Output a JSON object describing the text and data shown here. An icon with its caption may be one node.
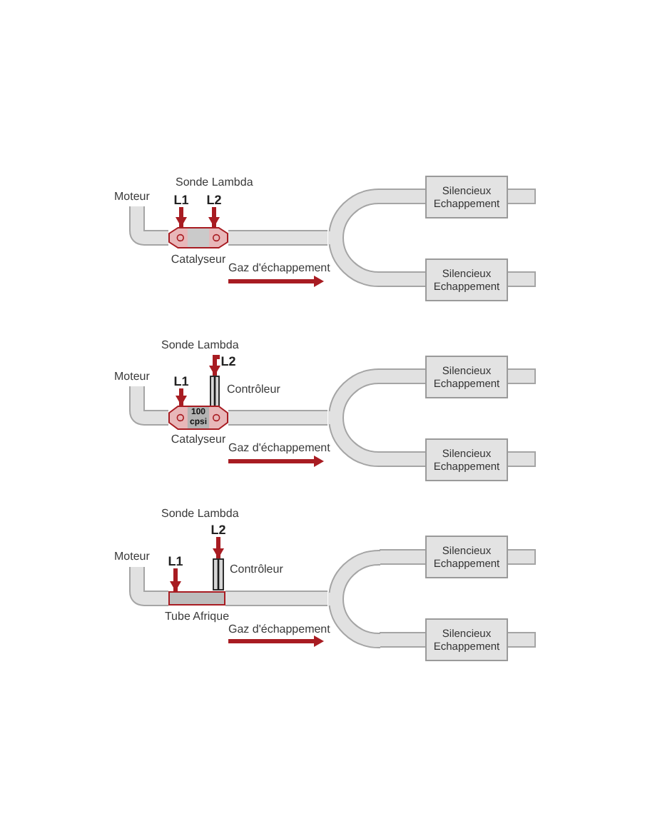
{
  "diagram": {
    "nodes": [
      {
        "text": [
          "Moteur"
        ]
      },
      {
        "text": [
          "L1"
        ]
      },
      {
        "text": [
          "L2"
        ]
      },
      {
        "text": [],
        "shape": "hexagon",
        "beside": [
          "Catalyseur"
        ]
      },
      {
        "text": [],
        "shape": "fork"
      },
      {
        "text": [
          "Silencieux Echappement"
        ]
      },
      {
        "text": [
          "Silencieux Echappement"
        ]
      },
      {
        "text": [
          "L2"
        ]
      },
      {
        "text": [
          "Moteur"
        ]
      },
      {
        "text": [],
        "shape": "cylinder",
        "beside": [
          "Contrôleur"
        ]
      },
      {
        "text": [
          "L1"
        ]
      },
      {
        "text": [
          "100 cpsi"
        ],
        "beside": [
          "Catalyseur"
        ]
      },
      {
        "text": [],
        "shape": "fork"
      },
      {
        "text": [
          "Silencieux Echappement"
        ]
      },
      {
        "text": [
          "Silencieux Echappement"
        ]
      },
      {
        "text": [
          "L2"
        ]
      },
      {
        "text": [
          "Moteur"
        ]
      },
      {
        "text": [],
        "shape": "cylinder",
        "beside": [
          "Contrôleur"
        ]
      },
      {
        "text": [
          "L1"
        ]
      },
      {
        "text": [],
        "shape": "bar",
        "beside": [
          "Tube Afrique"
        ]
      },
      {
        "text": [],
        "shape": "fork"
      },
      {
        "text": [
          "Silencieux Echappement"
        ]
      },
      {
        "text": [
          "Silencieux Echappement"
        ]
      }
    ],
    "edges": [
      {
        "from": 1,
        "to": 3,
        "arrow": "to",
        "color": "#a81c22"
      },
      {
        "from": 2,
        "to": 3,
        "arrow": "to",
        "color": "#a81c22"
      },
      {
        "from": 0,
        "to": 3,
        "arrow": "none"
      },
      {
        "from": 3,
        "to": 4,
        "arrow": "none"
      },
      {
        "from": 4,
        "to": 5,
        "arrow": "none"
      },
      {
        "from": 4,
        "to": 6,
        "arrow": "none"
      },
      {
        "from": 7,
        "to": 9,
        "arrow": "to",
        "color": "#a81c22"
      },
      {
        "from": 10,
        "to": 11,
        "arrow": "to",
        "color": "#a81c22"
      },
      {
        "from": 8,
        "to": 11,
        "arrow": "none"
      },
      {
        "from": 11,
        "to": 12,
        "arrow": "none"
      },
      {
        "from": 12,
        "to": 13,
        "arrow": "none"
      },
      {
        "from": 12,
        "to": 14,
        "arrow": "none"
      },
      {
        "from": 15,
        "to": 17,
        "arrow": "to",
        "color": "#a81c22"
      },
      {
        "from": 18,
        "to": 19,
        "arrow": "to",
        "color": "#a81c22"
      },
      {
        "from": 16,
        "to": 19,
        "arrow": "none"
      },
      {
        "from": 19,
        "to": 20,
        "arrow": "none"
      },
      {
        "from": 20,
        "to": 21,
        "arrow": "none"
      },
      {
        "from": 20,
        "to": 22,
        "arrow": "none"
      }
    ],
    "labels": [
      "Sonde Lambda",
      "Gaz d'échappement",
      "Sonde Lambda",
      "Gaz d'échappement",
      "Sonde Lambda",
      "Gaz d'échappement"
    ]
  }
}
